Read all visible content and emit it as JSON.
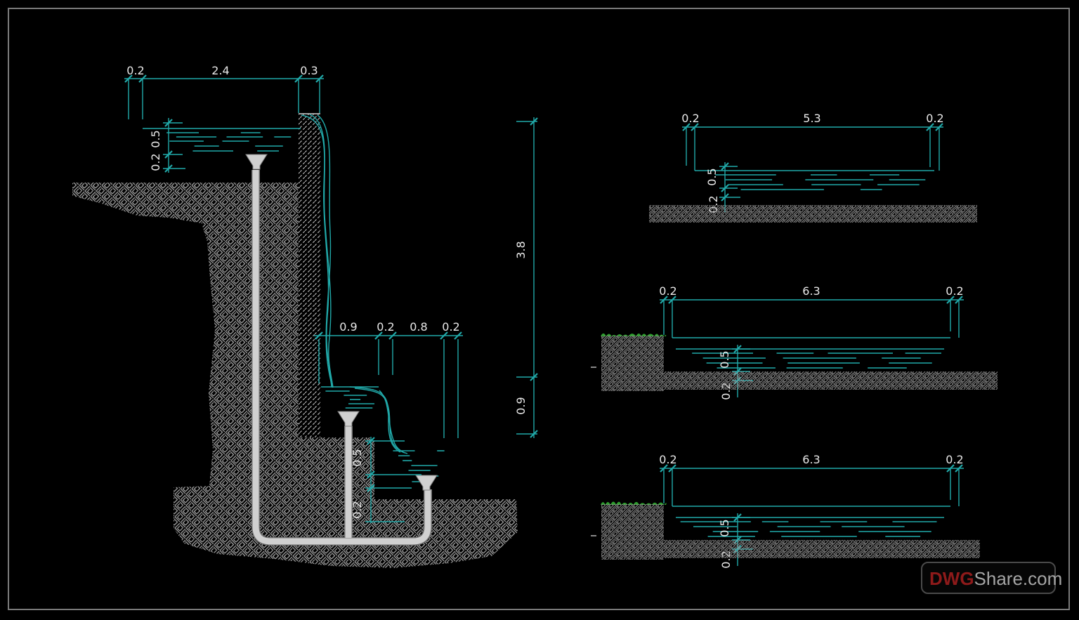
{
  "left_view": {
    "top_width_dims": [
      "0.2",
      "2.4",
      "0.3"
    ],
    "upper_depth_dims": [
      "0.5",
      "0.2"
    ],
    "basin_width_dims": [
      "0.9",
      "0.2",
      "0.8",
      "0.2"
    ],
    "height_dims": [
      "3.8",
      "0.9"
    ],
    "lower_depth_dims": [
      "0.5",
      "0.2"
    ]
  },
  "right_views": [
    {
      "width_dims": [
        "0.2",
        "5.3",
        "0.2"
      ],
      "depth_dims": [
        "0.5",
        "0.2"
      ]
    },
    {
      "width_dims": [
        "0.2",
        "6.3",
        "0.2"
      ],
      "depth_dims": [
        "0.5",
        "0.2"
      ]
    },
    {
      "width_dims": [
        "0.2",
        "6.3",
        "0.2"
      ],
      "depth_dims": [
        "0.5",
        "0.2"
      ]
    }
  ],
  "watermark": {
    "brand_red": "DWG",
    "brand_gray": "Share.com"
  },
  "colors": {
    "background": "#000000",
    "line_teal": "#21a9a9",
    "text": "#e8e8e8",
    "hatch_gray": "#9b9b9b",
    "wall_hatch": "#b2b2b2",
    "pipe_fill": "#d0d0d0",
    "pipe_edge": "#6f6f6f",
    "grass_green": "#2f9e2f",
    "frame_gray": "#7a7a7a",
    "watermark_red": "#8e1a1a",
    "watermark_gray": "#a5a5a5"
  }
}
